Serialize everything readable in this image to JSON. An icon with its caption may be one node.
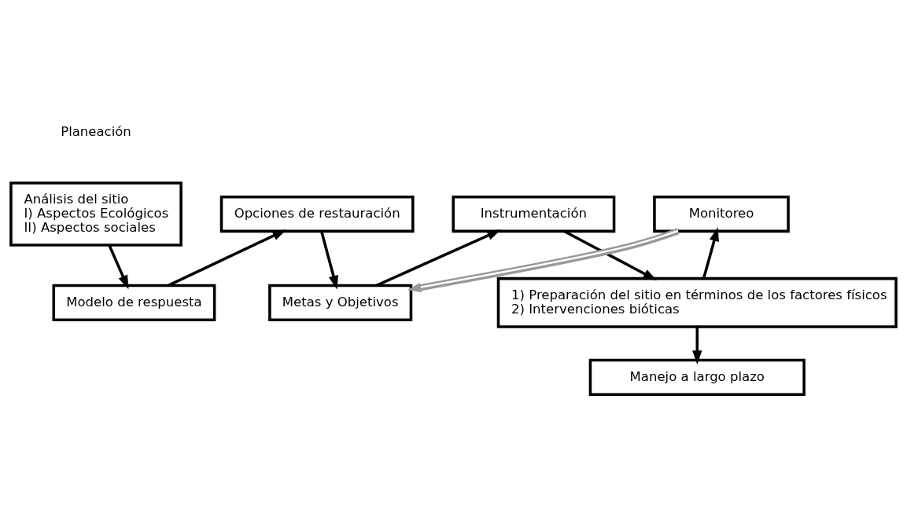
{
  "diagram": {
    "nodes": [
      {
        "text": [
          "Análisis del sitio",
          "I) Aspectos Ecológicos",
          "II) Aspectos sociales"
        ]
      },
      {
        "text": [
          "Modelo de respuesta"
        ]
      },
      {
        "text": [
          "Opciones de restauración"
        ]
      },
      {
        "text": [
          "Metas y Objetivos"
        ]
      },
      {
        "text": [
          "Instrumentación"
        ]
      },
      {
        "text": [
          "1) Preparación del sitio en términos de los factores físicos",
          "2) Intervenciones bióticas"
        ]
      },
      {
        "text": [
          "Monitoreo"
        ]
      },
      {
        "text": [
          "Manejo a largo plazo"
        ]
      }
    ],
    "edges": [
      {
        "from": 0,
        "to": 1,
        "arrow": "to"
      },
      {
        "from": 1,
        "to": 2,
        "arrow": "to"
      },
      {
        "from": 2,
        "to": 3,
        "arrow": "to"
      },
      {
        "from": 3,
        "to": 4,
        "arrow": "to"
      },
      {
        "from": 4,
        "to": 5,
        "arrow": "to"
      },
      {
        "from": 5,
        "to": 6,
        "arrow": "to"
      },
      {
        "from": 6,
        "to": 3,
        "arrow": "to",
        "color": "#999999"
      },
      {
        "from": 5,
        "to": 7,
        "arrow": "to"
      }
    ],
    "labels": [
      "Planeación"
    ]
  }
}
